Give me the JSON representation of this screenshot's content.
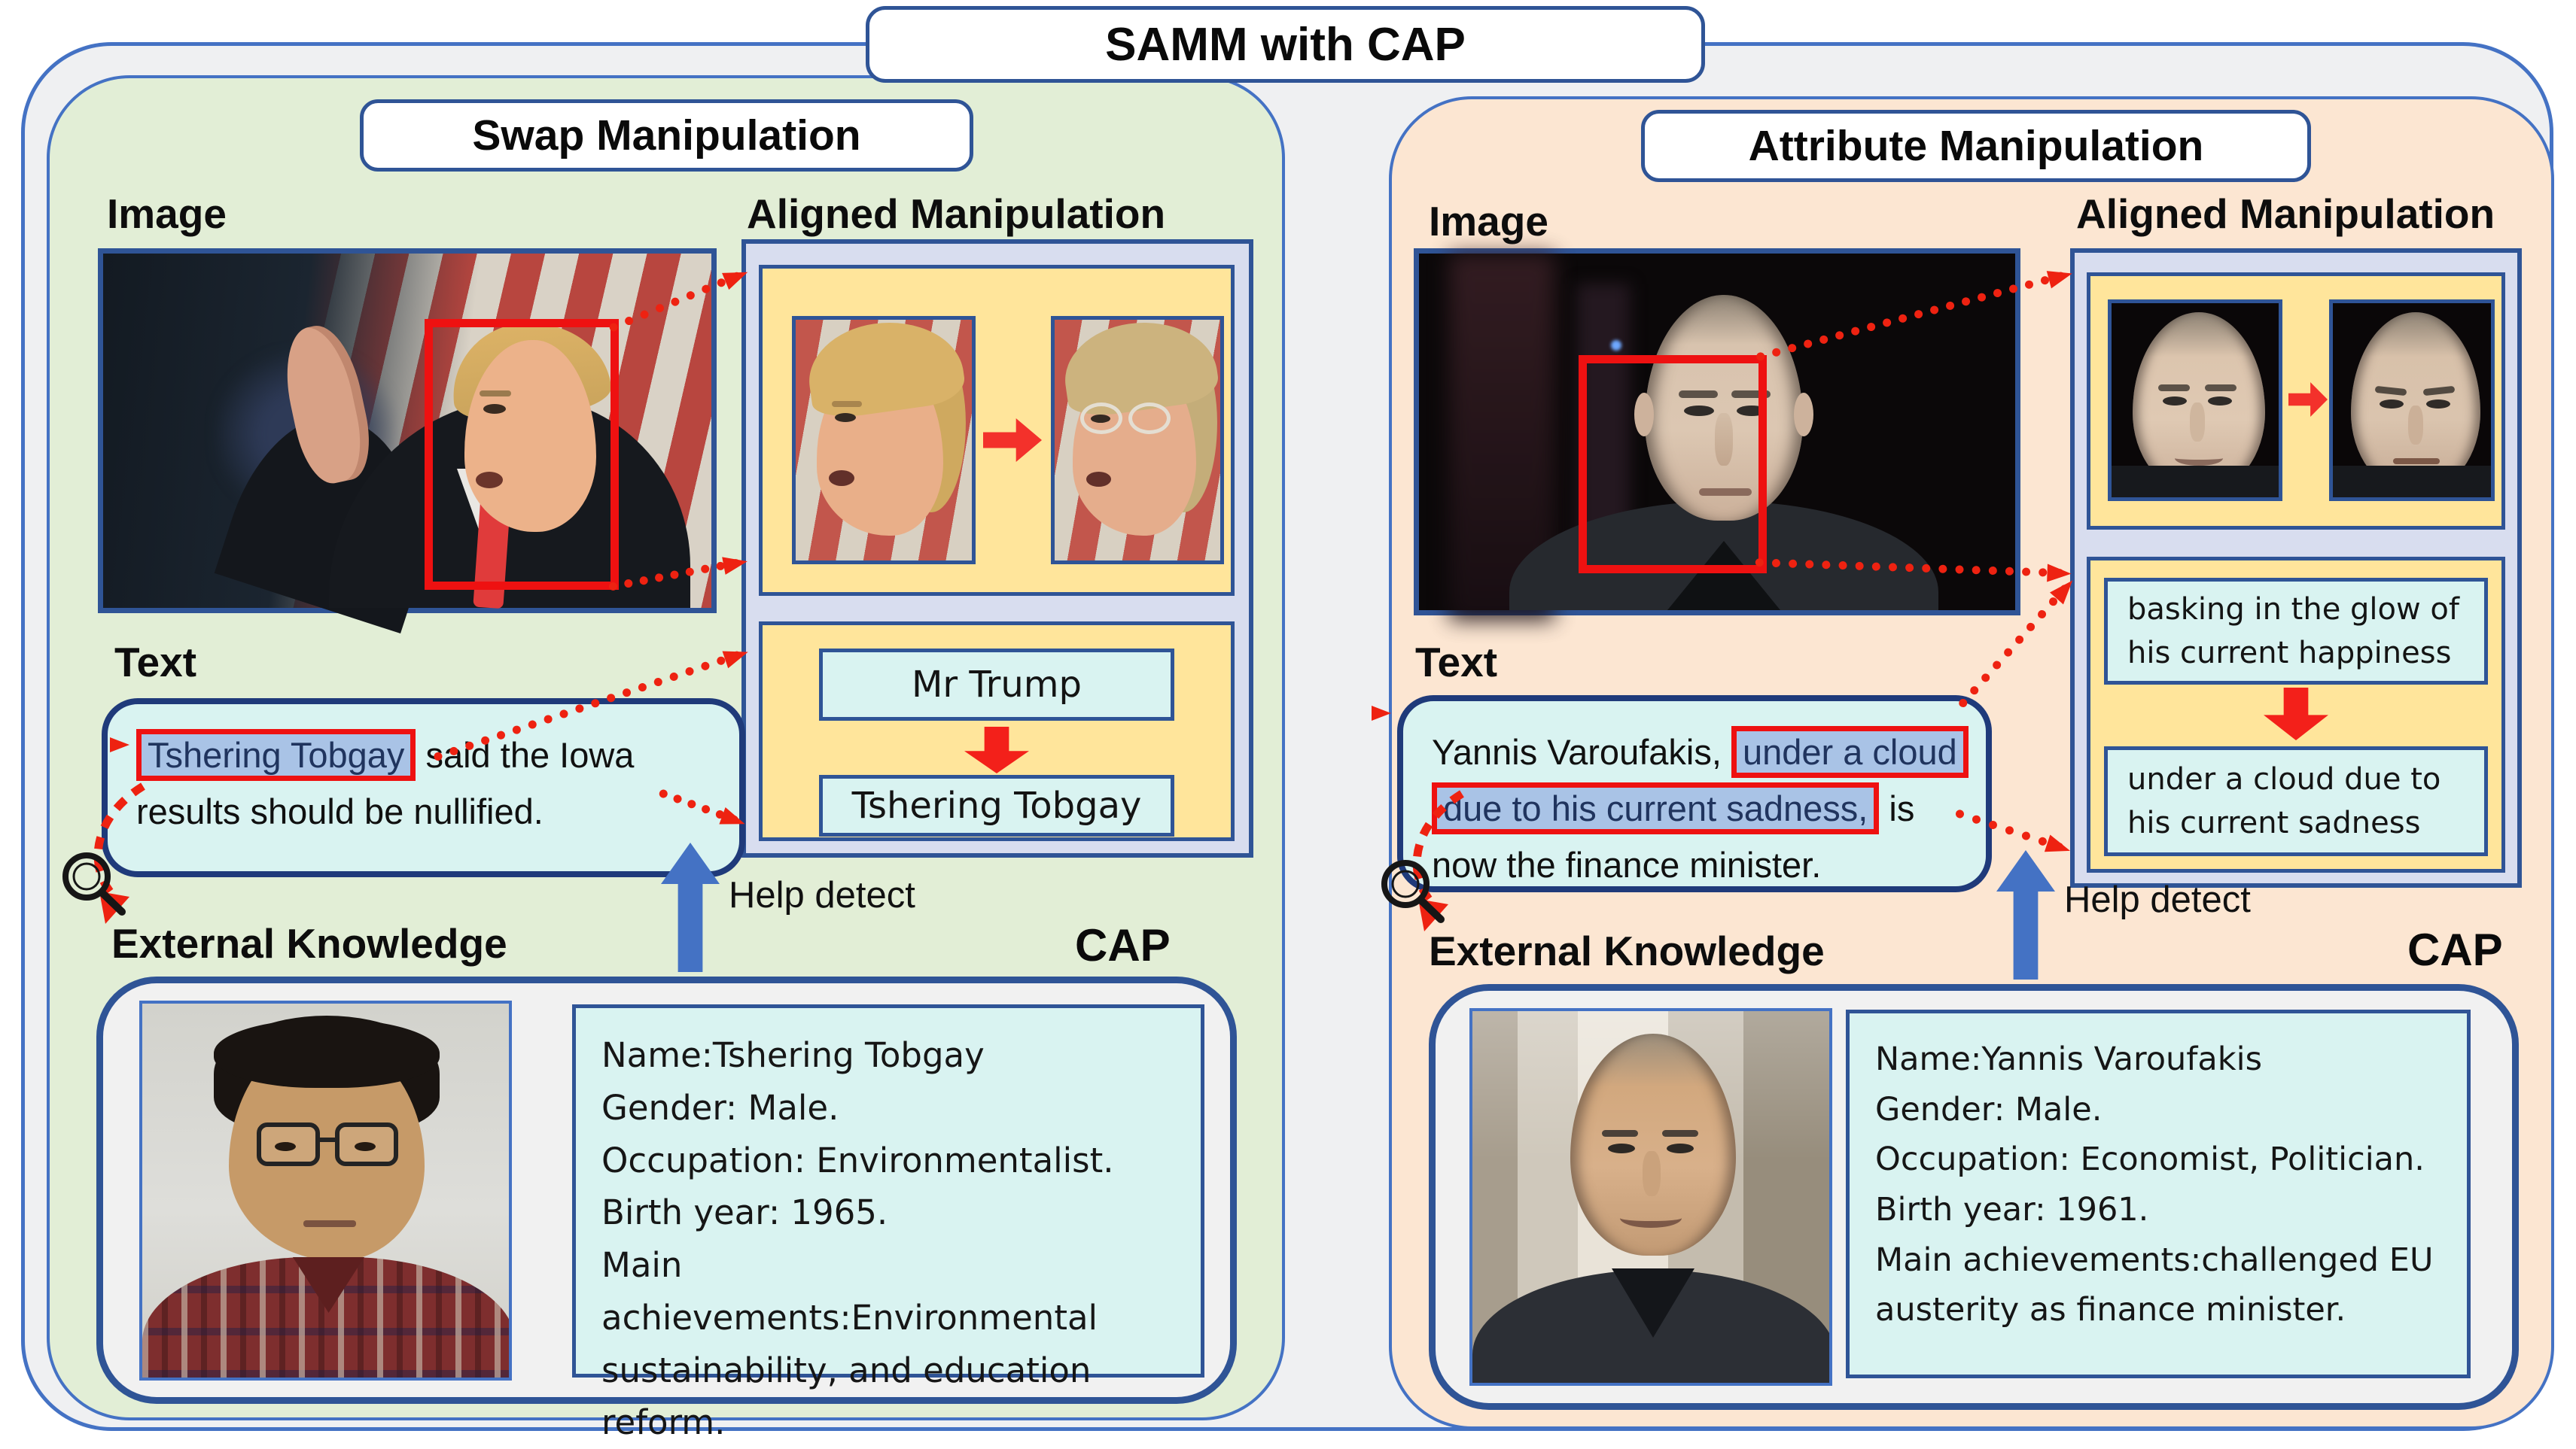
{
  "title": "SAMM with CAP",
  "colors": {
    "accent_red": "#ee1111",
    "border_navy": "#2f5496",
    "arrow_blue": "#4472c4",
    "panel_green": "#e2eed6",
    "panel_peach": "#fce6d2",
    "inner_yellow": "#ffe59b",
    "box_cyan": "#d9f3f1",
    "highlight_blue": "#a9c3e6",
    "aligned_lavender": "#d8ddef"
  },
  "left": {
    "header": "Swap Manipulation",
    "image_label": "Image",
    "aligned_label": "Aligned Manipulation",
    "text_label": "Text",
    "sentence_highlight": "Tshering Tobgay",
    "sentence_rest": " said the Iowa results should be nullified.",
    "swap_from": "Mr Trump",
    "swap_to": "Tshering Tobgay",
    "external_label": "External Knowledge",
    "help_label": "Help detect",
    "cap_label": "CAP",
    "kb": [
      "Name:Tshering Tobgay",
      "Gender: Male.",
      "Occupation: Environmentalist.",
      "Birth year: 1965.",
      "Main achievements:Environmental sustainability, and education reform."
    ]
  },
  "right": {
    "header": "Attribute Manipulation",
    "image_label": "Image",
    "aligned_label": "Aligned Manipulation",
    "text_label": "Text",
    "sentence_prefix": "Yannis Varoufakis, ",
    "sentence_highlight": "under a cloud due to his current sadness,",
    "sentence_rest": " is now the finance minister.",
    "attr_from": "basking in the glow of his current happiness",
    "attr_to": "under a cloud due to his current sadness",
    "external_label": "External Knowledge",
    "help_label": "Help detect",
    "cap_label": "CAP",
    "kb": [
      "Name:Yannis Varoufakis",
      "Gender: Male.",
      "Occupation: Economist, Politician.",
      "Birth year: 1961.",
      "Main achievements:challenged EU austerity as finance minister."
    ]
  }
}
